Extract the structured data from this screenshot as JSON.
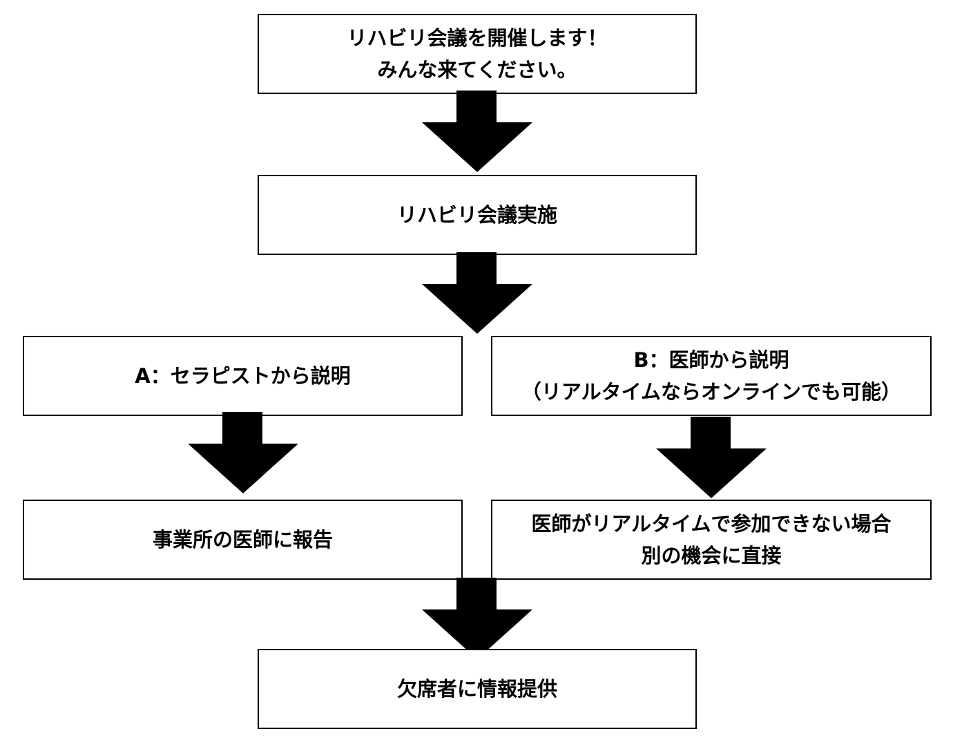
{
  "nodes": {
    "start": {
      "line1": "リハビリ会議を開催します！",
      "line2": "みんな来てください。"
    },
    "meeting": {
      "label": "リハビリ会議実施"
    },
    "option_a": {
      "label": "A：セラピストから説明"
    },
    "option_b": {
      "line1": "B：医師から説明",
      "line2": "（リアルタイムならオンラインでも可能）"
    },
    "report_a": {
      "label": "事業所の医師に報告"
    },
    "report_b": {
      "line1": "医師がリアルタイムで参加できない場合",
      "line2": "別の機会に直接"
    },
    "end": {
      "label": "欠席者に情報提供"
    }
  },
  "colors": {
    "arrow": "#000000",
    "border": "#000000",
    "background": "#ffffff"
  }
}
